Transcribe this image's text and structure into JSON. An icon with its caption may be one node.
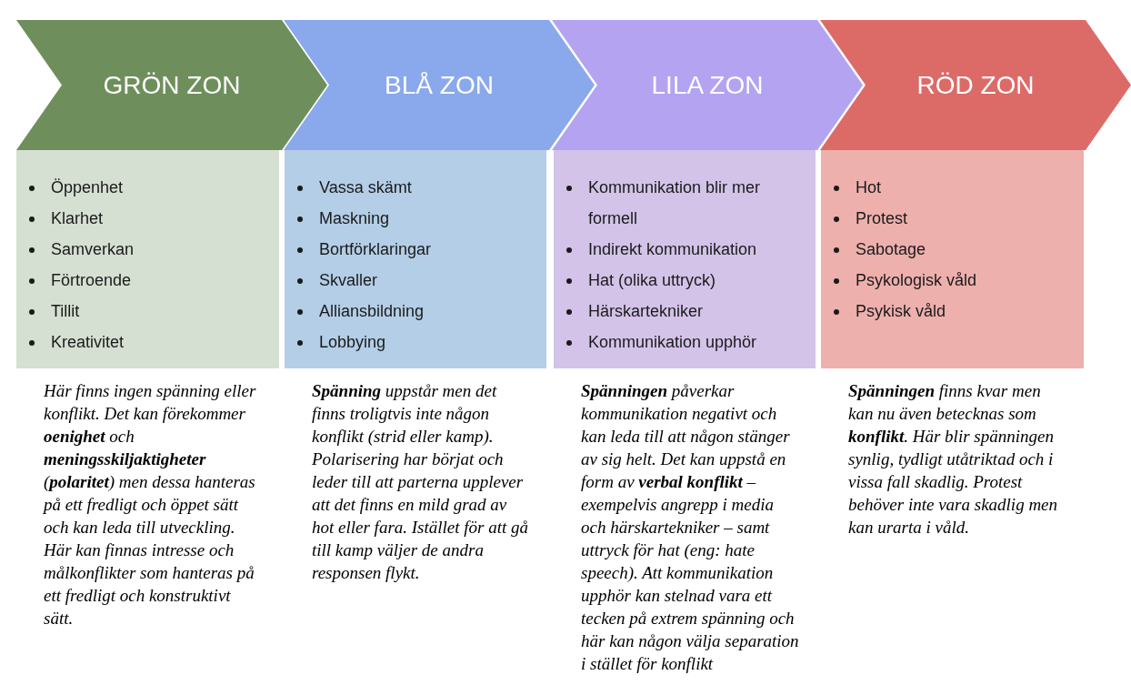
{
  "diagram": {
    "nodes": [
      {
        "text": [
          "GRÖN ZON"
        ]
      },
      {
        "text": [
          "BLÅ ZON"
        ]
      },
      {
        "text": [
          "LILA ZON"
        ]
      },
      {
        "text": [
          "RÖD ZON"
        ]
      },
      {
        "text": [
          "Öppenhet",
          "Klarhet",
          "Samverkan",
          "Förtroende",
          "Tillit",
          "Kreativitet"
        ],
        "beside": [
          "Här finns ingen spänning eller konflikt. Det kan förekommer **oenighet** och **meningsskiljaktigheter** (**polaritet**) men dessa hanteras på ett fredligt och öppet sätt och kan leda till utveckling. Här kan finnas intresse och målkonflikter som hanteras på ett fredligt och konstruktivt sätt."
        ]
      },
      {
        "text": [
          "Vassa skämt",
          "Maskning",
          "Bortförklaringar",
          "Skvaller",
          "Alliansbildning",
          "Lobbying"
        ],
        "beside": [
          "**Spänning** uppstår men det finns troligtvis inte någon konflikt (strid eller kamp). Polarisering har börjat och leder till att parterna upplever att det finns en mild grad av hot eller fara. Istället för att gå till kamp väljer de andra responsen flykt."
        ]
      },
      {
        "text": [
          "Kommunikation blir mer formell",
          "Indirekt kommunikation",
          "Hat (olika uttryck)",
          "Härskartekniker",
          "Kommunikation upphör"
        ],
        "beside": [
          "**Spänningen** påverkar kommunikation negativt och kan leda till att någon stänger av sig helt. Det kan uppstå en form av **verbal konflikt** – exempelvis angrepp i media och härskartekniker – samt uttryck för hat (eng: hate speech). Att kommunikation upphör kan stelnad vara ett tecken på extrem spänning och här kan någon välja separation i stället för konflikt"
        ]
      },
      {
        "text": [
          "Hot",
          "Protest",
          "Sabotage",
          "Psykologisk våld",
          "Psykisk våld"
        ],
        "beside": [
          "**Spänningen** finns kvar men kan nu även betecknas som **konflikt**. Här blir spänningen synlig, tydligt utåtriktad och i vissa fall skadlig. Protest behöver inte vara skadlig men kan urarta i våld."
        ]
      }
    ]
  }
}
